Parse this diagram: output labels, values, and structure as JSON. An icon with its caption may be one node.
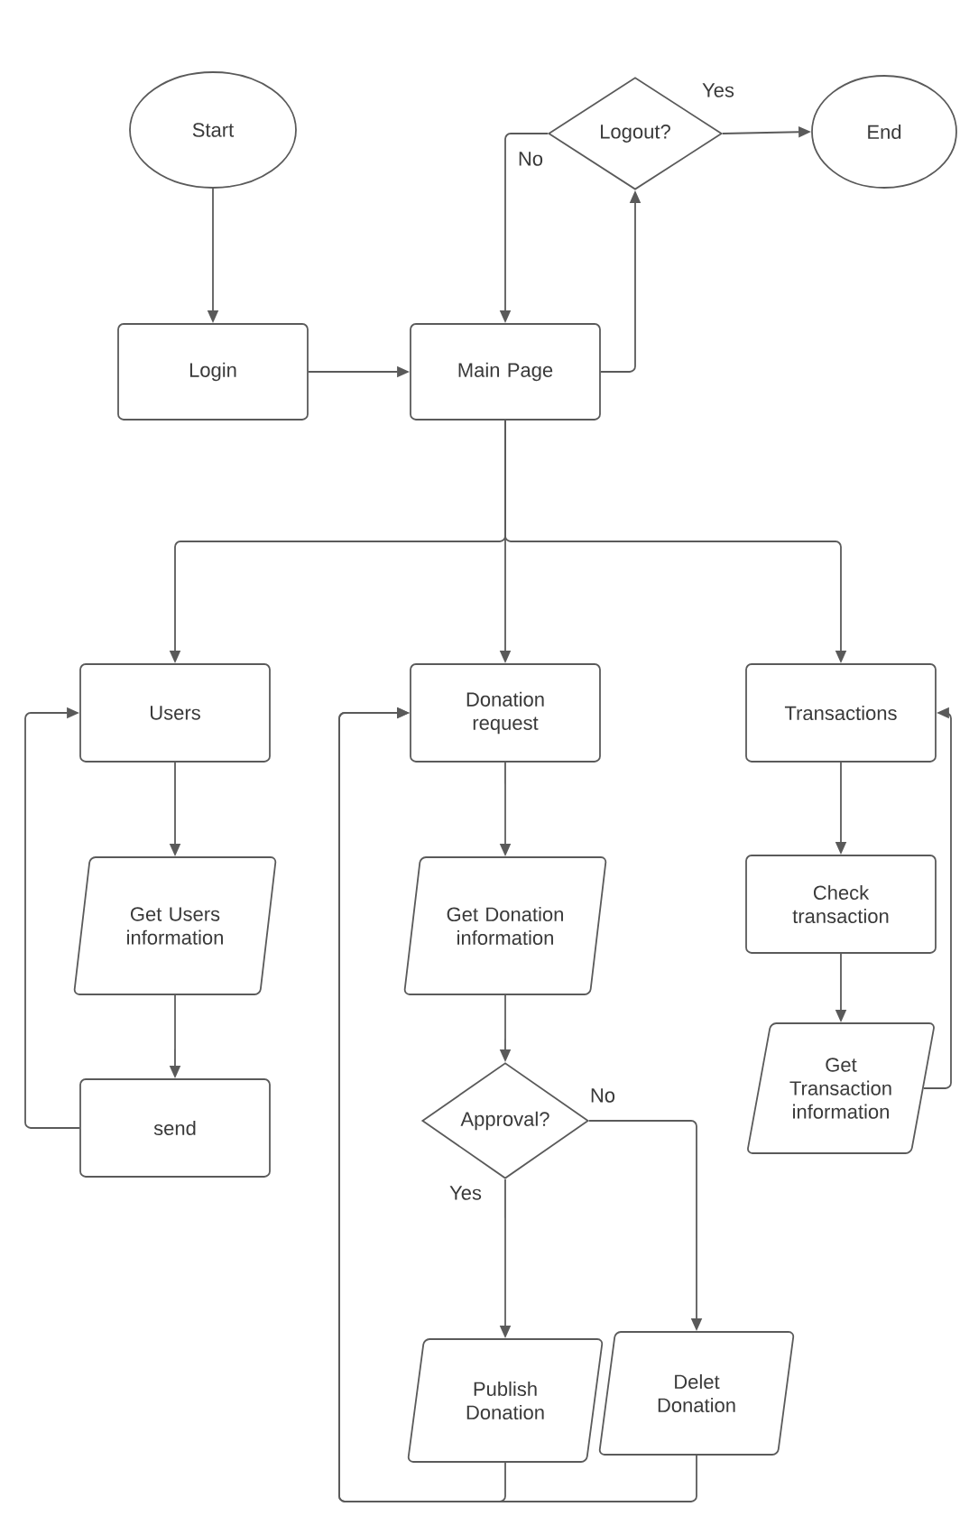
{
  "diagram": {
    "nodes": [
      {
        "text": [
          "Start"
        ]
      },
      {
        "text": [
          "Login"
        ]
      },
      {
        "text": [
          "Main Page"
        ]
      },
      {
        "text": [
          "Logout?"
        ]
      },
      {
        "text": [
          "End"
        ]
      },
      {
        "text": [
          "Users"
        ]
      },
      {
        "text": [
          "Donation request"
        ]
      },
      {
        "text": [
          "Transactions"
        ]
      },
      {
        "text": [
          "Get Users information"
        ]
      },
      {
        "text": [
          "Get Donation information"
        ]
      },
      {
        "text": [
          "Check transaction"
        ]
      },
      {
        "text": [
          "Get Transaction information"
        ]
      },
      {
        "text": [
          "send"
        ]
      },
      {
        "text": [
          "Approval?"
        ]
      },
      {
        "text": [
          "Publish Donation"
        ]
      },
      {
        "text": [
          "Delet Donation"
        ]
      }
    ],
    "edges": [
      {
        "from": 0,
        "to": 1,
        "arrow": "to"
      },
      {
        "from": 1,
        "to": 2,
        "arrow": "to"
      },
      {
        "from": 2,
        "to": 3,
        "arrow": "to"
      },
      {
        "from": 3,
        "to": 4,
        "arrow": "to",
        "label": "Yes"
      },
      {
        "from": 3,
        "to": 2,
        "arrow": "to",
        "label": "No"
      },
      {
        "from": 2,
        "to": 5,
        "arrow": "to"
      },
      {
        "from": 2,
        "to": 6,
        "arrow": "to"
      },
      {
        "from": 2,
        "to": 7,
        "arrow": "to"
      },
      {
        "from": 5,
        "to": 8,
        "arrow": "to"
      },
      {
        "from": 8,
        "to": 12,
        "arrow": "to"
      },
      {
        "from": 12,
        "to": 5,
        "arrow": "to"
      },
      {
        "from": 6,
        "to": 9,
        "arrow": "to"
      },
      {
        "from": 9,
        "to": 13,
        "arrow": "to"
      },
      {
        "from": 13,
        "to": 14,
        "arrow": "to",
        "label": "Yes"
      },
      {
        "from": 13,
        "to": 15,
        "arrow": "to",
        "label": "No"
      },
      {
        "from": 14,
        "to": 6,
        "arrow": "to"
      },
      {
        "from": 15,
        "to": 6,
        "arrow": "to"
      },
      {
        "from": 7,
        "to": 10,
        "arrow": "to"
      },
      {
        "from": 10,
        "to": 11,
        "arrow": "to"
      },
      {
        "from": 11,
        "to": 7,
        "arrow": "to"
      }
    ]
  }
}
